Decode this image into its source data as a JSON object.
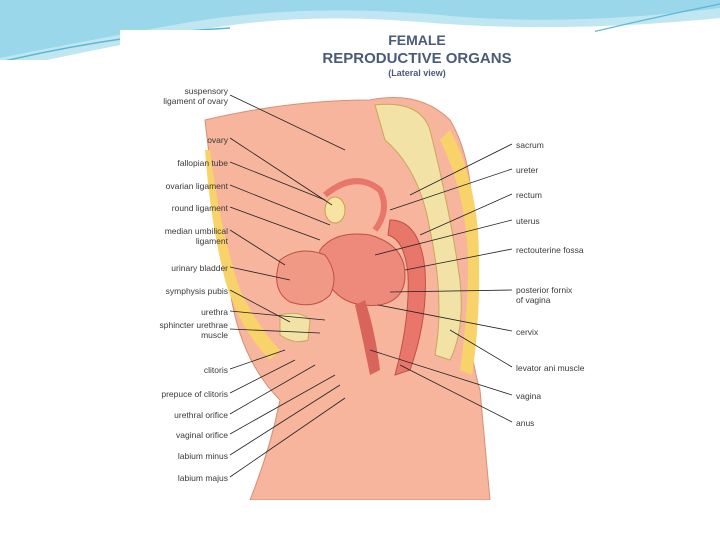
{
  "diagram": {
    "title_line1": "FEMALE",
    "title_line2": "REPRODUCTIVE ORGANS",
    "subtitle": "(Lateral view)",
    "left_labels": {
      "suspensory": "suspensory\nligament of ovary",
      "ovary": "ovary",
      "fallopian": "fallopian tube",
      "ovarian_lig": "ovarian ligament",
      "round_lig": "round ligament",
      "median_umb": "median umbilical\nligament",
      "bladder": "urinary bladder",
      "symphysis": "symphysis pubis",
      "urethra": "urethra",
      "sphincter": "sphincter urethrae\nmuscle",
      "clitoris": "clitoris",
      "prepuce": "prepuce of clitoris",
      "urethral_orifice": "urethral orifice",
      "vaginal_orifice": "vaginal orifice",
      "labium_minus": "labium minus",
      "labium_majus": "labium majus"
    },
    "right_labels": {
      "sacrum": "sacrum",
      "ureter": "ureter",
      "rectum": "rectum",
      "uterus": "uterus",
      "rectouterine": "rectouterine fossa",
      "posterior_fornix": "posterior fornix\nof vagina",
      "cervix": "cervix",
      "levator": "levator ani muscle",
      "vagina": "vagina",
      "anus": "anus"
    },
    "colors": {
      "title": "#4a5a7a",
      "flesh": "#f6b59c",
      "organ": "#e8766a",
      "bone": "#f2e2a6",
      "fat": "#f7d36a",
      "leader": "#222222",
      "deco": "#7ecbe0"
    }
  }
}
